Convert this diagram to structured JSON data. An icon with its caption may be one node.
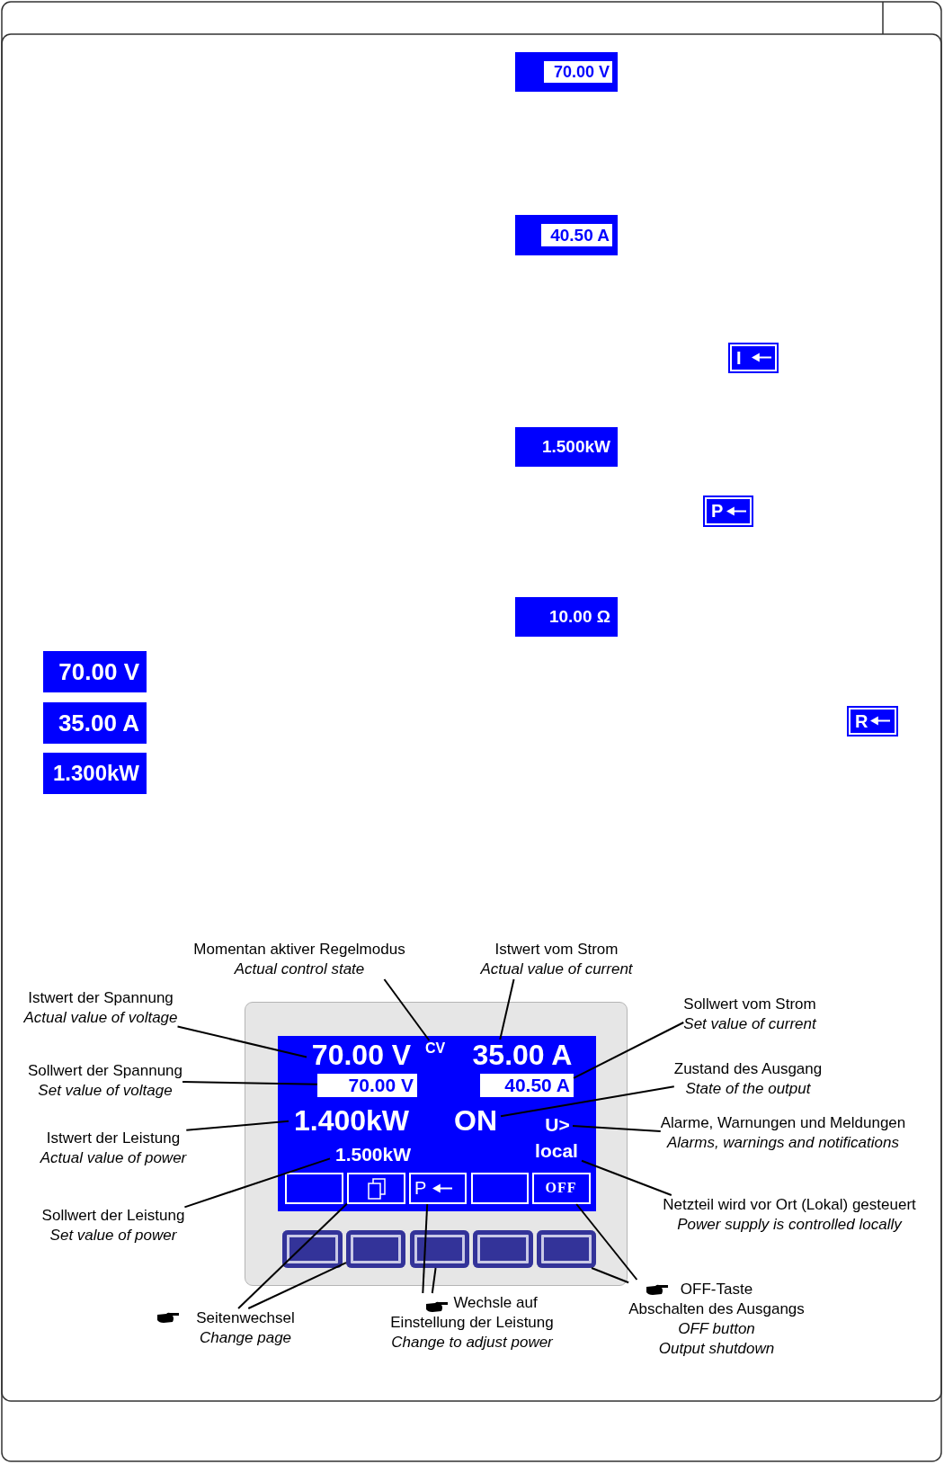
{
  "diagram": {
    "nodes": [
      {
        "text": [
          "70.00 V"
        ]
      },
      {
        "text": [
          "40.50 A"
        ]
      },
      {
        "text": [
          "I"
        ]
      },
      {
        "text": [
          "1.500kW"
        ]
      },
      {
        "text": [
          "P"
        ]
      },
      {
        "text": [
          "10.00 Ω"
        ]
      },
      {
        "text": [
          "70.00 V"
        ]
      },
      {
        "text": [
          "35.00 A"
        ]
      },
      {
        "text": [
          "R"
        ]
      },
      {
        "text": [
          "1.300kW"
        ]
      },
      {
        "text": [
          "Momentan aktiver Regelmodus",
          "Actual control state"
        ]
      },
      {
        "text": [
          "Istwert vom Strom",
          "Actual value of current"
        ]
      },
      {
        "text": [
          "Istwert der Spannung",
          "Actual value of voltage"
        ]
      },
      {
        "text": [
          "Sollwert vom Strom",
          "Set value of current"
        ]
      },
      {
        "text": [
          "Zustand des Ausgang",
          "State of the output"
        ]
      },
      {
        "text": [
          "Sollwert der Spannung",
          "Set value of voltage"
        ]
      },
      {
        "text": [
          "Alarme, Warnungen und Meldungen",
          "Alarms, warnings and notifications"
        ]
      },
      {
        "text": [
          "Istwert der Leistung",
          "Actual value of power"
        ]
      },
      {
        "text": [
          "Netzteil wird vor Ort (Lokal) gesteuert",
          "Power supply is controlled locally"
        ]
      },
      {
        "text": [
          "Sollwert der Leistung",
          "Set value of power"
        ]
      },
      {
        "text": [
          "OFF-Taste",
          "Abschalten des Ausgangs",
          "OFF button",
          "Output shutdown"
        ]
      },
      {
        "text": [
          "Seitenwechsel",
          "Change page"
        ]
      },
      {
        "text": [
          "Wechsle auf Einstellung der Leistung",
          "Change to adjust power"
        ]
      },
      {
        "text": [],
        "shape": "box"
      },
      {
        "text": [],
        "shape": "box",
        "in": 23
      },
      {
        "text": [
          "70.00 V"
        ],
        "in": 24
      },
      {
        "text": [
          "CV"
        ],
        "in": 24
      },
      {
        "text": [
          "35.00 A"
        ],
        "in": 24
      },
      {
        "text": [
          "70.00 V"
        ],
        "in": 24
      },
      {
        "text": [
          "40.50 A"
        ],
        "in": 24
      },
      {
        "text": [
          "1.400kW"
        ],
        "in": 24
      },
      {
        "text": [
          "ON"
        ],
        "in": 24
      },
      {
        "text": [
          "U>"
        ],
        "in": 24
      },
      {
        "text": [
          "1.500kW"
        ],
        "in": 24
      },
      {
        "text": [
          "local"
        ],
        "in": 24
      },
      {
        "text": [],
        "shape": "box",
        "in": 24
      },
      {
        "text": [],
        "shape": "box",
        "in": 24
      },
      {
        "text": [
          "P"
        ],
        "in": 24
      },
      {
        "text": [],
        "shape": "box",
        "in": 24
      },
      {
        "text": [
          "OFF"
        ],
        "in": 24
      },
      {
        "text": [],
        "shape": "box",
        "in": 23
      },
      {
        "text": [],
        "shape": "box",
        "in": 23
      },
      {
        "text": [],
        "shape": "box",
        "in": 23
      },
      {
        "text": [],
        "shape": "box",
        "in": 23
      },
      {
        "text": [],
        "shape": "box",
        "in": 23
      }
    ],
    "edges": [
      {
        "from": 10,
        "to": 26,
        "arrow": "none"
      },
      {
        "from": 11,
        "to": 27,
        "arrow": "none"
      },
      {
        "from": 12,
        "to": 25,
        "arrow": "none"
      },
      {
        "from": 13,
        "to": 29,
        "arrow": "none"
      },
      {
        "from": 14,
        "to": 31,
        "arrow": "none"
      },
      {
        "from": 15,
        "to": 28,
        "arrow": "none"
      },
      {
        "from": 16,
        "to": 32,
        "arrow": "none"
      },
      {
        "from": 17,
        "to": 30,
        "arrow": "none"
      },
      {
        "from": 18,
        "to": 34,
        "arrow": "none"
      },
      {
        "from": 19,
        "to": 33,
        "arrow": "none"
      },
      {
        "from": 20,
        "to": 39,
        "arrow": "none"
      },
      {
        "from": 20,
        "to": 44,
        "arrow": "none"
      },
      {
        "from": 21,
        "to": 36,
        "arrow": "none"
      },
      {
        "from": 21,
        "to": 41,
        "arrow": "none"
      },
      {
        "from": 22,
        "to": 37,
        "arrow": "none"
      },
      {
        "from": 22,
        "to": 42,
        "arrow": "none"
      }
    ]
  }
}
